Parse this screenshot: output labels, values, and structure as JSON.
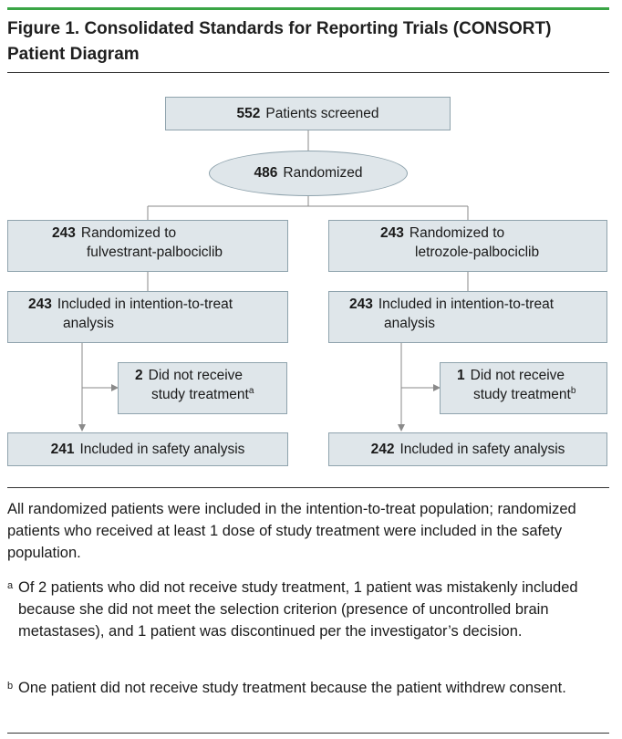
{
  "title": "Figure 1. Consolidated Standards for Reporting Trials (CONSORT) Patient Diagram",
  "screened": {
    "num": "552",
    "label": "Patients screened"
  },
  "randomized": {
    "num": "486",
    "label": "Randomized"
  },
  "left": {
    "randomized_num": "243",
    "randomized_line1": "Randomized to",
    "randomized_line2": "fulvestrant-palbociclib",
    "itt_num": "243",
    "itt_line1": "Included in intention-to-treat",
    "itt_line2": "analysis",
    "excluded_num": "2",
    "excluded_line1": "Did not receive",
    "excluded_line2": "study treatment",
    "excluded_mark": "a",
    "safety_num": "241",
    "safety_label": "Included in safety analysis"
  },
  "right": {
    "randomized_num": "243",
    "randomized_line1": "Randomized to",
    "randomized_line2": "letrozole-palbociclib",
    "itt_num": "243",
    "itt_line1": "Included in intention-to-treat",
    "itt_line2": "analysis",
    "excluded_num": "1",
    "excluded_line1": "Did not receive",
    "excluded_line2": "study treatment",
    "excluded_mark": "b",
    "safety_num": "242",
    "safety_label": "Included in safety analysis"
  },
  "note": "All randomized patients were included in the intention-to-treat population; randomized patients who received at least 1 dose of study treatment were included in the safety population.",
  "footnotes": [
    {
      "mark": "a",
      "text": "Of 2 patients who did not receive study treatment, 1 patient was mistakenly included because she did not meet the selection criterion (presence of uncontrolled brain metastases), and 1 patient was discontinued per the investigator’s decision."
    },
    {
      "mark": "b",
      "text": "One patient did not receive study treatment because the patient withdrew consent."
    }
  ],
  "colors": {
    "accent": "#3aa545",
    "box_fill": "#dfe6ea",
    "box_border": "#8fa3ad",
    "line": "#8a8a8a"
  }
}
